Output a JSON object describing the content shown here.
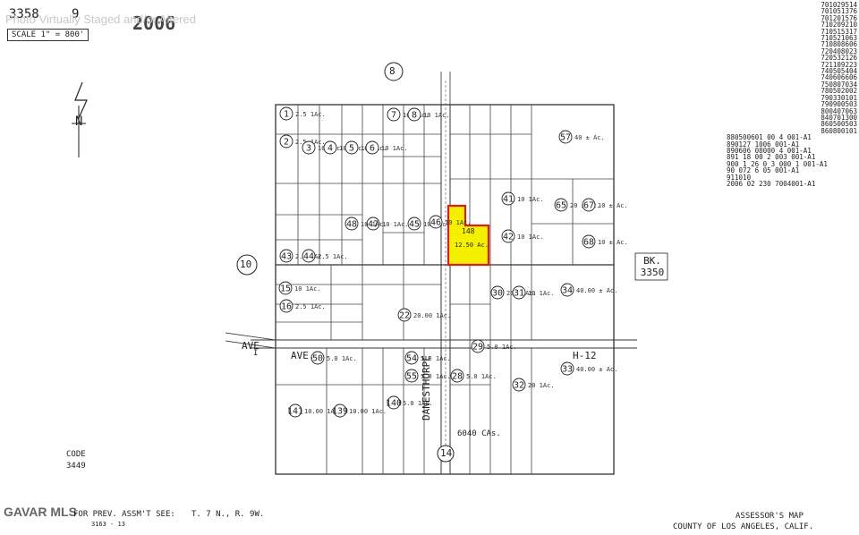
{
  "header": {
    "map_number": "3358",
    "sheet": "9",
    "year": "2006",
    "scale_label": "SCALE 1\" = 800'",
    "watermark": "Photo Virtually Staged and/or Altered"
  },
  "north_label": "N",
  "neighbors": {
    "top": "8",
    "left": "10",
    "bottom": "14",
    "right_block": "BK.\n3350"
  },
  "roads": {
    "vertical": "DANESTHORPE",
    "horizontal_left": "AVE.",
    "horizontal_left2": "AVE.",
    "horizontal_right": "H-12",
    "west_stub": "AVE",
    "west_code": "I"
  },
  "highlighted_parcel": {
    "number": "148",
    "area": "12.50 Ac.",
    "fill": "#f5f000",
    "border": "#d42020"
  },
  "parcels": [
    {
      "n": "1",
      "ac": "2.5 1Ac."
    },
    {
      "n": "2",
      "ac": "2.5 1Ac."
    },
    {
      "n": "3",
      "ac": "10 1Ac."
    },
    {
      "n": "4",
      "ac": "10 1Ac."
    },
    {
      "n": "5",
      "ac": "10 1Ac."
    },
    {
      "n": "6",
      "ac": "10 1Ac."
    },
    {
      "n": "7",
      "ac": "10 1Ac."
    },
    {
      "n": "8",
      "ac": "10 1Ac."
    },
    {
      "n": "43",
      "ac": "2.5 1Ac."
    },
    {
      "n": "44",
      "ac": "2.5 1Ac."
    },
    {
      "n": "45",
      "ac": "10 1Ac."
    },
    {
      "n": "46",
      "ac": "10 1Ac."
    },
    {
      "n": "47",
      "ac": "10 1Ac."
    },
    {
      "n": "48",
      "ac": "10 1Ac."
    },
    {
      "n": "57",
      "ac": "40 ± Ac."
    },
    {
      "n": "41",
      "ac": "10 1Ac."
    },
    {
      "n": "42",
      "ac": "10 1Ac."
    },
    {
      "n": "65",
      "ac": "20 ± Ac."
    },
    {
      "n": "67",
      "ac": "10 ± Ac."
    },
    {
      "n": "68",
      "ac": "10 ± Ac."
    },
    {
      "n": "34",
      "ac": "40.00 ± Ac."
    },
    {
      "n": "33",
      "ac": "40.00 ± Ac."
    },
    {
      "n": "30",
      "ac": "20 ± Ac."
    },
    {
      "n": "31",
      "ac": "10 1Ac."
    },
    {
      "n": "22",
      "ac": "20.00 1Ac."
    },
    {
      "n": "15",
      "ac": "10 1Ac."
    },
    {
      "n": "16",
      "ac": "2.5 1Ac."
    },
    {
      "n": "50",
      "ac": "5.0 1Ac."
    },
    {
      "n": "54",
      "ac": "5.0 1Ac."
    },
    {
      "n": "55",
      "ac": "5.0 1Ac."
    },
    {
      "n": "141",
      "ac": "10.00 1Ac."
    },
    {
      "n": "139",
      "ac": "10.00 1Ac."
    },
    {
      "n": "140",
      "ac": "5.0 1Ac."
    },
    {
      "n": "32",
      "ac": "20 1Ac."
    },
    {
      "n": "28",
      "ac": "5.0 1Ac."
    },
    {
      "n": "29",
      "ac": "5.0 1Ac."
    }
  ],
  "code": {
    "label": "CODE",
    "value": "3449"
  },
  "footer": {
    "mls": "GAVAR MLS",
    "prev": "FOR PREV. ASSM'T SEE:",
    "prev_ref": "3163 - 13",
    "township": "T. 7 N., R. 9W.",
    "map_title": "ASSESSOR'S MAP",
    "county": "COUNTY OF LOS ANGELES, CALIF."
  },
  "bottom_road_label": "6040 CAs.",
  "revision_codes": [
    "701029514",
    "701051376",
    "701201576",
    "710209210",
    "710515317",
    "710521063",
    "710808606",
    "720408023",
    "720532126",
    "721109223",
    "740505404",
    "740606606",
    "750807034",
    "780502002",
    "790330101",
    "790900503",
    "800407063",
    "840701300",
    "860500503",
    "860800101",
    "880500601 00 4 001-A1",
    "890127 1006 001-A1",
    "890606 08000 4 001-A1",
    "891 18 00 2 003 001-A1",
    "900 1 26 0 3 000 1 001-A1",
    "90 072 6 05 001-A1",
    "911010",
    "2006 02 230 7004001-A1"
  ]
}
